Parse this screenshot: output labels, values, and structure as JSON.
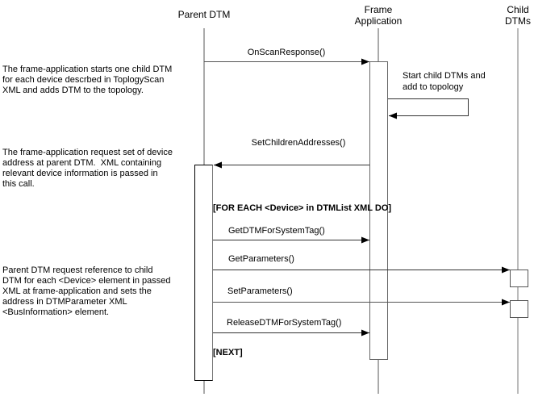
{
  "participants": {
    "parent": "Parent DTM",
    "frame_line1": "Frame",
    "frame_line2": "Application",
    "child_line1": "Child",
    "child_line2": "DTMs"
  },
  "messages": {
    "on_scan_response": "OnScanResponse()",
    "self_call_line1": "Start child DTMs and",
    "self_call_line2": "add to topology",
    "set_children_addresses": "SetChildrenAddresses()",
    "get_dtm_for_system_tag": "GetDTMForSystemTag()",
    "get_parameters": "GetParameters()",
    "set_parameters": "SetParameters()",
    "release_dtm_for_system_tag": "ReleaseDTMForSystemTag()"
  },
  "loop": {
    "start": "[FOR EACH <Device> in DTMList XML DO]",
    "end": "[NEXT]"
  },
  "notes": {
    "note1": "The frame-application starts one child DTM\nfor each device descrbed in ToplogyScan\nXML and adds DTM to the topology.",
    "note2": "The frame-application request set of device\naddress at parent DTM.  XML containing\nrelevant device information is passed in\nthis call.",
    "note3": "Parent DTM request reference to child\nDTM for each <Device> element in passed\nXML at frame-application and sets the\naddress in DTMParameter XML\n<BusInformation> element."
  },
  "colors": {
    "line": "#000000",
    "lifeline": "#6e6e6e"
  }
}
